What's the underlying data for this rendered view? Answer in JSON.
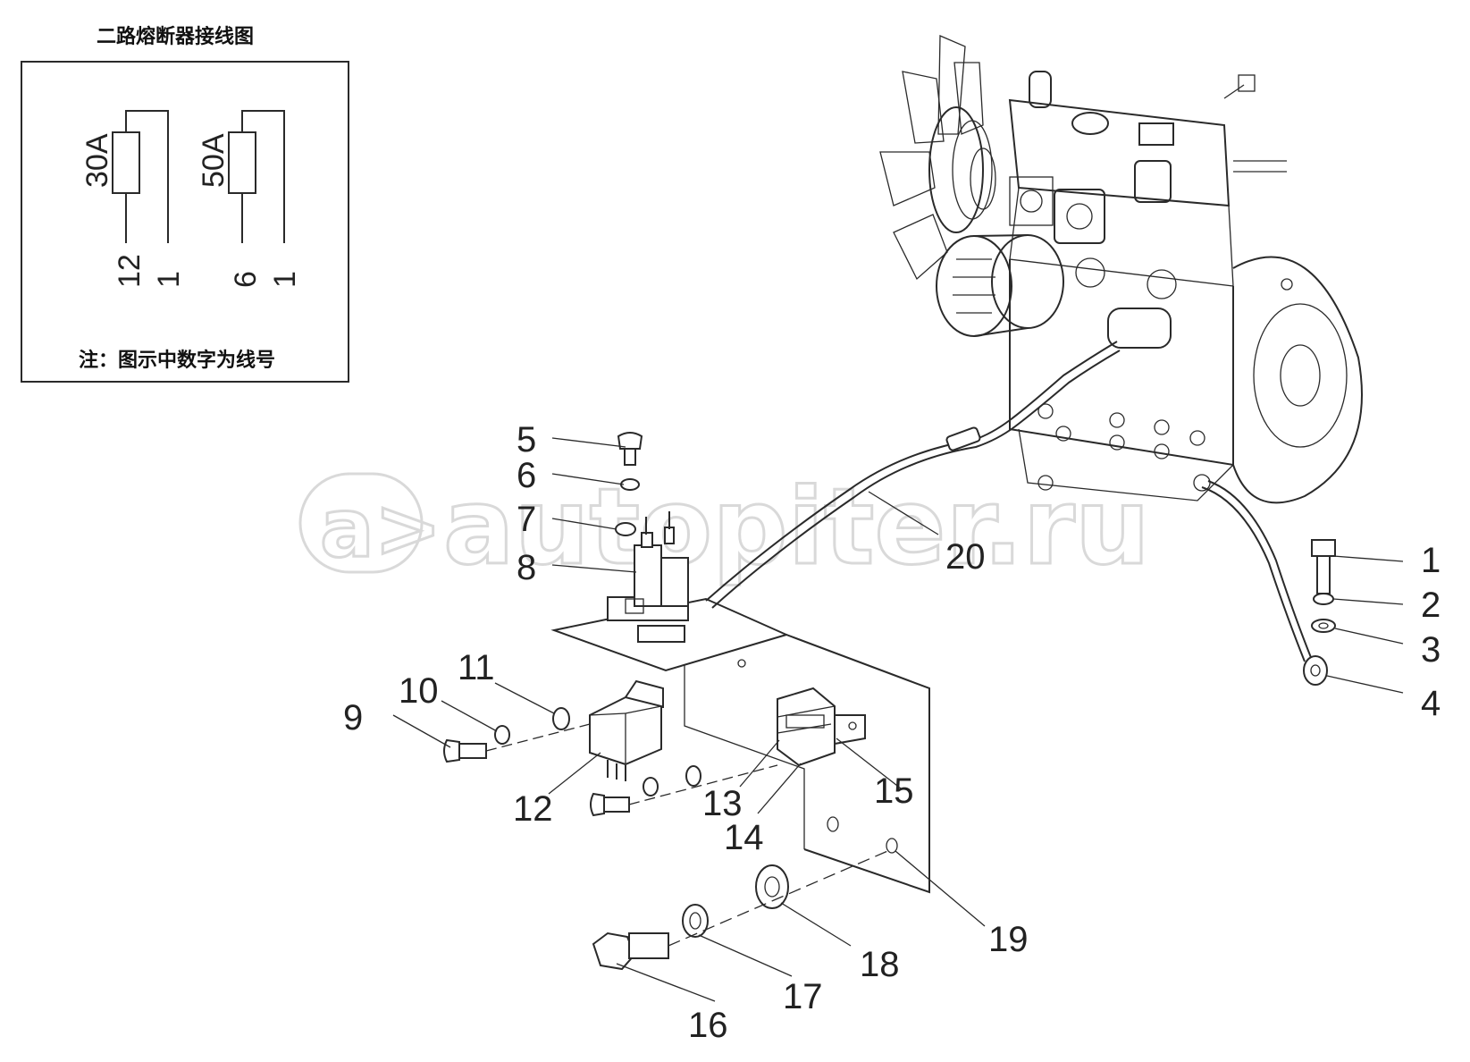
{
  "inset": {
    "title": "二路熔断器接线图",
    "note": "注：图示中数字为线号",
    "fuses": [
      {
        "rating": "30A",
        "wires": [
          "12",
          "1"
        ]
      },
      {
        "rating": "50A",
        "wires": [
          "6",
          "1"
        ]
      }
    ]
  },
  "callouts": [
    "1",
    "2",
    "3",
    "4",
    "5",
    "6",
    "7",
    "8",
    "9",
    "10",
    "11",
    "12",
    "13",
    "14",
    "15",
    "16",
    "17",
    "18",
    "19",
    "20"
  ],
  "watermark": "autopiter.ru"
}
